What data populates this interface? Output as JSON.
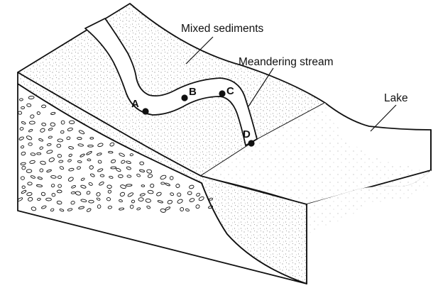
{
  "labels": {
    "mixed_sediments": "Mixed sediments",
    "meandering_stream": "Meandering stream",
    "lake": "Lake"
  },
  "points": {
    "a": "A",
    "b": "B",
    "c": "C",
    "d": "D"
  },
  "colors": {
    "ink": "#111111",
    "background": "#ffffff"
  }
}
